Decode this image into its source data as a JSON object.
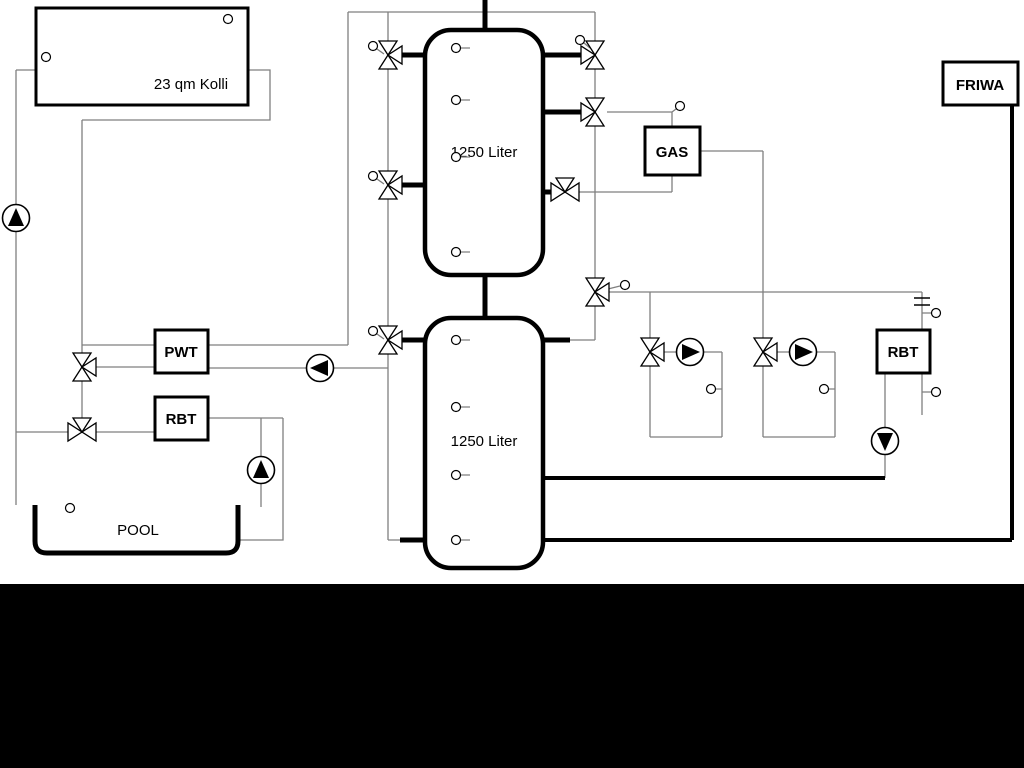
{
  "labels": {
    "collector": "23 qm Kolli",
    "upper_tank": "1250 Liter",
    "lower_tank": "1250 Liter",
    "heat_exchanger": "PWT",
    "return_limiter_left": "RBT",
    "return_limiter_right": "RBT",
    "boiler": "GAS",
    "fresh_water_station": "FRIWA",
    "pool": "POOL"
  },
  "colors": {
    "background": "#ffffff",
    "letterbox": "#000000",
    "pipe": "#7f7f7f",
    "main_pipe": "#000000",
    "symbol_fill": "#ffffff",
    "text": "#000000"
  }
}
